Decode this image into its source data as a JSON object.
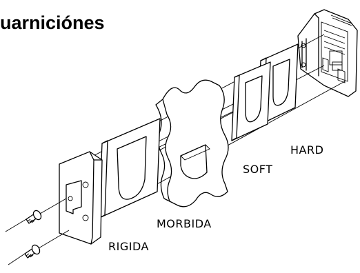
{
  "title": "uarniciónes",
  "labels": {
    "hard": "HARD",
    "soft": "SOFT",
    "morbida": "MORBIDA",
    "rigida": "RIGIDA"
  }
}
